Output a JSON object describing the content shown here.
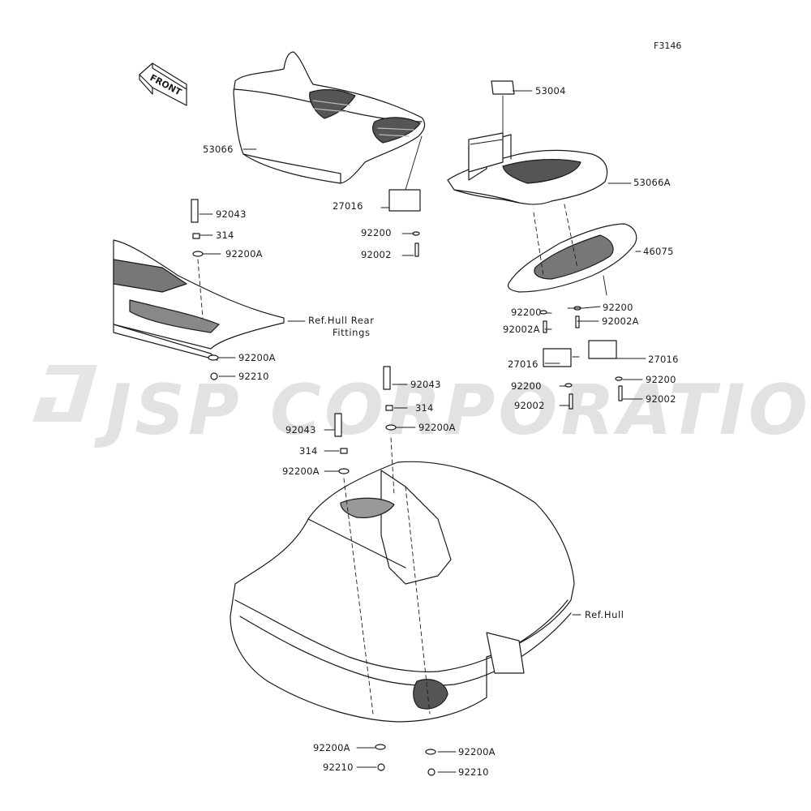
{
  "figure_code": "F3146",
  "front_indicator": "FRONT",
  "watermark": "JSP CORPORATION",
  "callouts": [
    {
      "id": "53004",
      "text": "53004"
    },
    {
      "id": "53066",
      "text": "53066"
    },
    {
      "id": "53066A",
      "text": "53066A"
    },
    {
      "id": "27016-a",
      "text": "27016"
    },
    {
      "id": "92200-a",
      "text": "92200"
    },
    {
      "id": "92002-a",
      "text": "92002"
    },
    {
      "id": "92043-a",
      "text": "92043"
    },
    {
      "id": "314-a",
      "text": "314"
    },
    {
      "id": "92200A-a",
      "text": "92200A"
    },
    {
      "id": "ref-hull-rear",
      "text": "Ref.Hull Rear"
    },
    {
      "id": "ref-hull-rear-2",
      "text": "Fittings"
    },
    {
      "id": "92200A-b",
      "text": "92200A"
    },
    {
      "id": "92210-a",
      "text": "92210"
    },
    {
      "id": "46075",
      "text": "46075"
    },
    {
      "id": "92200-b",
      "text": "92200"
    },
    {
      "id": "92002A-a",
      "text": "92002A"
    },
    {
      "id": "92200-c",
      "text": "92200"
    },
    {
      "id": "92002A-b",
      "text": "92002A"
    },
    {
      "id": "27016-b",
      "text": "27016"
    },
    {
      "id": "27016-c",
      "text": "27016"
    },
    {
      "id": "92200-d",
      "text": "92200"
    },
    {
      "id": "92002-b",
      "text": "92002"
    },
    {
      "id": "92200-e",
      "text": "92200"
    },
    {
      "id": "92002-c",
      "text": "92002"
    },
    {
      "id": "92043-b",
      "text": "92043"
    },
    {
      "id": "314-b",
      "text": "314"
    },
    {
      "id": "92200A-c",
      "text": "92200A"
    },
    {
      "id": "92043-c",
      "text": "92043"
    },
    {
      "id": "314-c",
      "text": "314"
    },
    {
      "id": "92200A-d",
      "text": "92200A"
    },
    {
      "id": "ref-hull",
      "text": "Ref.Hull"
    },
    {
      "id": "92200A-e",
      "text": "92200A"
    },
    {
      "id": "92210-b",
      "text": "92210"
    },
    {
      "id": "92200A-f",
      "text": "92200A"
    },
    {
      "id": "92210-c",
      "text": "92210"
    }
  ]
}
